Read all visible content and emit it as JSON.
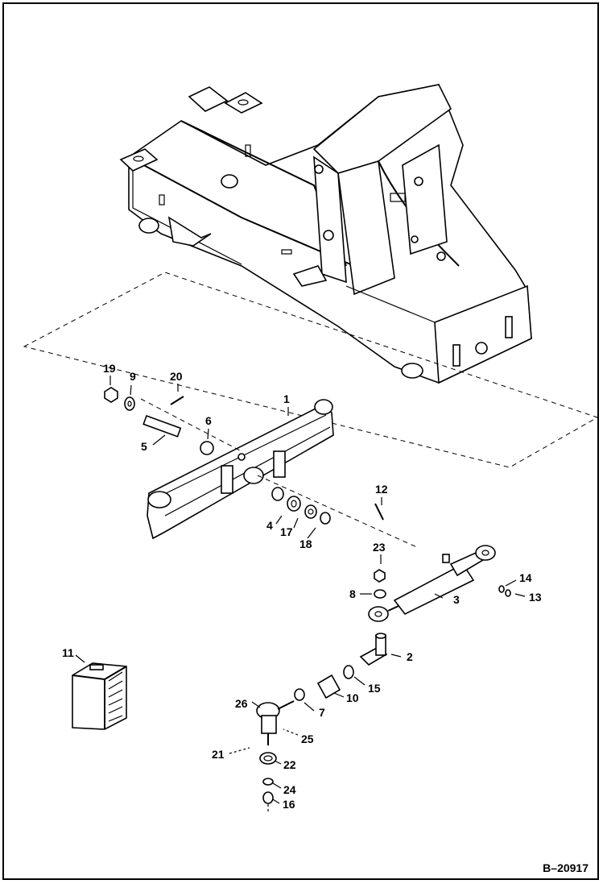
{
  "figure_ref": "B–20917",
  "callouts": {
    "c1": "1",
    "c2": "2",
    "c3": "3",
    "c4": "4",
    "c5": "5",
    "c6": "6",
    "c7": "7",
    "c8": "8",
    "c9": "9",
    "c10": "10",
    "c11": "11",
    "c12": "12",
    "c13": "13",
    "c14": "14",
    "c15": "15",
    "c16": "16",
    "c17": "17",
    "c18": "18",
    "c19": "19",
    "c20": "20",
    "c21": "21",
    "c22": "22",
    "c23": "23",
    "c24": "24",
    "c25": "25",
    "c26": "26"
  }
}
